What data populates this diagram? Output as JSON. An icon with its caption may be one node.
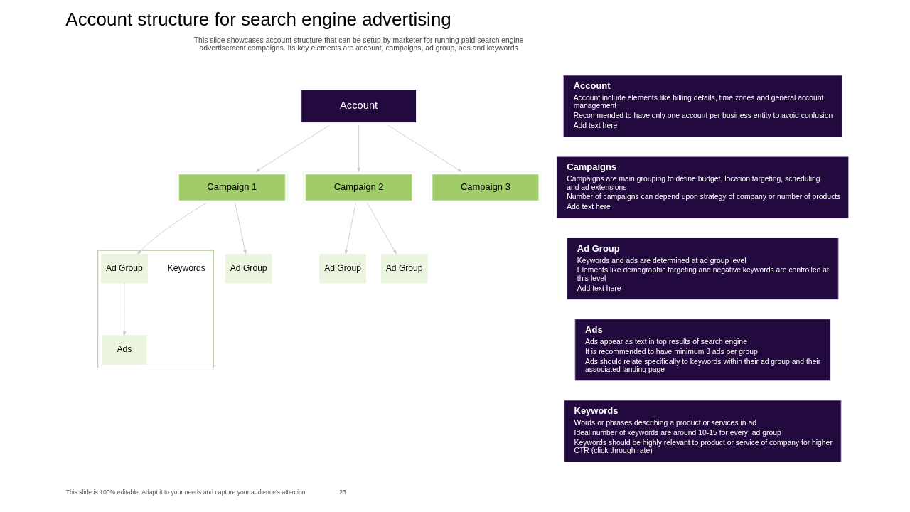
{
  "diagram": {
    "title": "Account structure for search engine advertising",
    "nodes": [
      {
        "text": [
          "Account"
        ]
      },
      {
        "text": [
          "Campaign 1"
        ]
      },
      {
        "text": [
          "Campaign 2"
        ]
      },
      {
        "text": [
          "Campaign 3"
        ]
      },
      {
        "text": [],
        "shape": "box"
      },
      {
        "text": [
          "Ad Group"
        ],
        "in": 4
      },
      {
        "text": [
          "Ads"
        ],
        "in": 4
      },
      {
        "text": [
          "Keywords"
        ],
        "in": 4
      },
      {
        "text": [
          "Ad Group"
        ]
      },
      {
        "text": [
          "Ad Group"
        ]
      },
      {
        "text": [
          "Ad Group"
        ]
      },
      {
        "text": [
          "Account",
          "Account include elements like billing details, time zones and general account management",
          "Recommended to have only one account per business entity to avoid confusion",
          "Add text here"
        ]
      },
      {
        "text": [
          "Campaigns",
          "Campaigns are main grouping to define budget, location targeting, scheduling and ad extensions",
          "Number of campaigns can depend upon strategy of company or number of products",
          "Add text here"
        ]
      },
      {
        "text": [
          "Ad Group",
          "Keywords and ads are determined at ad group level",
          "Elements like demographic targeting and negative keywords are controlled at this level",
          "Add text here"
        ]
      },
      {
        "text": [
          "Ads",
          "Ads appear as text in top results of search engine",
          "It is recommended to have minimum 3 ads per group",
          "Ads should relate specifically to keywords within their ad group and their associated landing page"
        ]
      },
      {
        "text": [
          "Keywords",
          "Words or phrases describing a product or services in ad",
          "Ideal number of keywords are around 10-15 for every  ad group",
          "Keywords should be highly relevant to product or service of company for higher CTR (click through rate)"
        ]
      }
    ],
    "edges": [
      {
        "from": 0,
        "to": 1,
        "arrow": "to"
      },
      {
        "from": 0,
        "to": 2,
        "arrow": "to"
      },
      {
        "from": 0,
        "to": 3,
        "arrow": "to"
      },
      {
        "from": 1,
        "to": 5,
        "arrow": "to"
      },
      {
        "from": 1,
        "to": 8,
        "arrow": "to"
      },
      {
        "from": 2,
        "to": 9,
        "arrow": "to"
      },
      {
        "from": 2,
        "to": 10,
        "arrow": "to"
      },
      {
        "from": 5,
        "to": 6,
        "arrow": "to"
      }
    ],
    "labels": [
      "This slide showcases account structure that can be setup by marketer for running paid search engine advertisement campaigns. Its key elements are account, campaigns, ad group, ads and keywords",
      "This slide is 100% editable. Adapt it to your needs and capture your audience's attention.",
      "23"
    ]
  }
}
